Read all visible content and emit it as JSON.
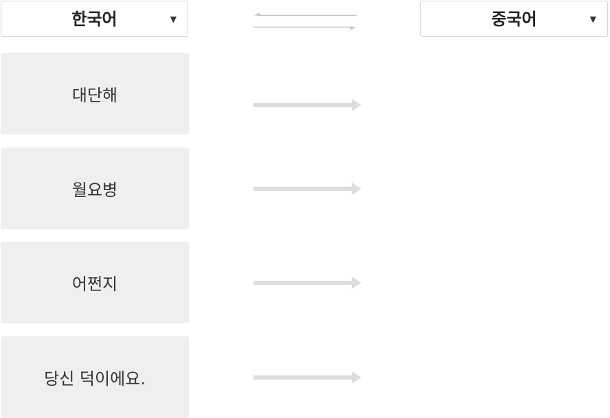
{
  "source_language": {
    "label": "한국어",
    "arrow": "▼"
  },
  "target_language": {
    "label": "중국어",
    "arrow": "▼"
  },
  "phrases": [
    {
      "source": "대단해",
      "target": ""
    },
    {
      "source": "월요병",
      "target": ""
    },
    {
      "source": "어쩐지",
      "target": ""
    },
    {
      "source": "당신 덕이에요.",
      "target": ""
    }
  ],
  "colors": {
    "card_background": "#efefef",
    "arrow": "#dddddd",
    "swap_arrow": "#c4c4c4",
    "border": "#d2d2d2"
  },
  "icons": {
    "swap": "swap-arrows-icon",
    "dropdown": "triangle-down-icon",
    "flow": "arrow-right-icon"
  }
}
